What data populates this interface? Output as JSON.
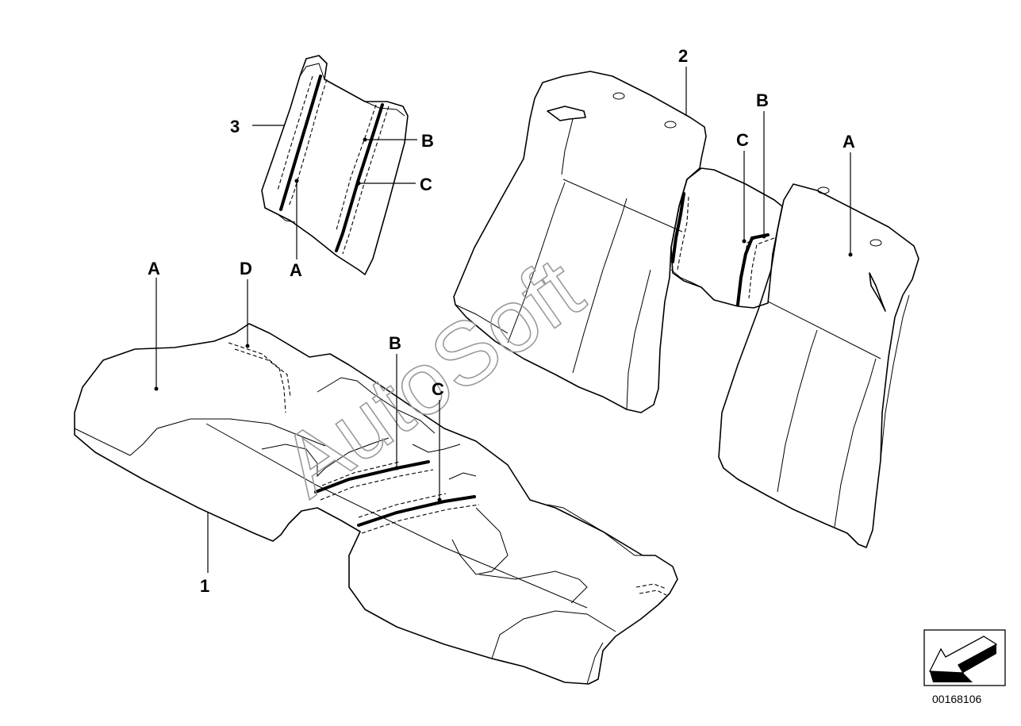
{
  "labels": {
    "part_1": "1",
    "part_2": "2",
    "part_3": "3",
    "seat_a": "A",
    "seat_d": "D",
    "seat_b": "B",
    "seat_c": "C",
    "armrest_b": "B",
    "armrest_c": "C",
    "armrest_a": "A",
    "backrest_a": "A",
    "backrest_b": "B",
    "backrest_c": "C"
  },
  "watermark": "AutoSoft",
  "document_number": "00168106",
  "icons": {
    "orientation": "direction-arrow-icon"
  }
}
